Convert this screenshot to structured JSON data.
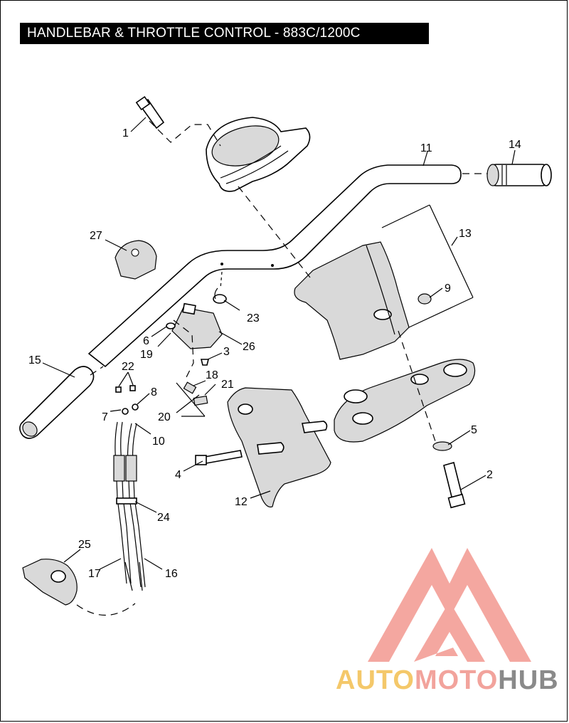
{
  "title": "HANDLEBAR & THROTTLE CONTROL - 883C/1200C",
  "callouts": [
    "1",
    "2",
    "3",
    "4",
    "5",
    "6",
    "7",
    "8",
    "9",
    "10",
    "11",
    "12",
    "13",
    "14",
    "15",
    "16",
    "17",
    "18",
    "19",
    "20",
    "21",
    "22",
    "23",
    "24",
    "25",
    "26",
    "27"
  ],
  "watermark": {
    "part1": "AUTO",
    "part2": "MOTO",
    "part3": "HUB",
    "colors": {
      "auto": "#f4c86a",
      "moto": "#f2a39c",
      "hub": "#8a8a8a",
      "logo": "#f2a39c"
    }
  }
}
